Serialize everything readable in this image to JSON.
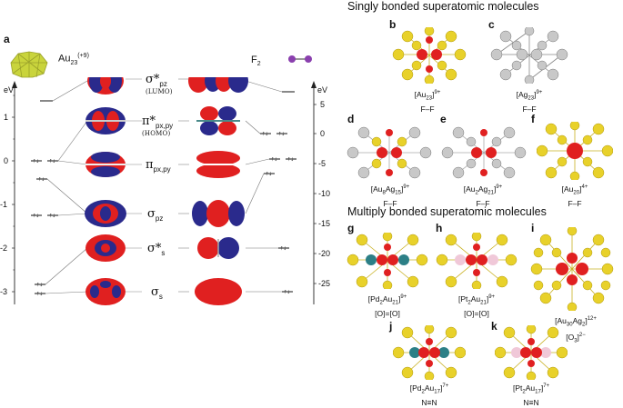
{
  "panel_a": {
    "letter": "a",
    "cluster_label": "Au",
    "cluster_sub": "23",
    "cluster_sup": "(+9)",
    "f2_label": "F",
    "f2_sub": "2",
    "left_axis_unit": "eV",
    "right_axis_unit": "eV",
    "left_ticks": [
      "1",
      "0",
      "-1",
      "-2",
      "-3"
    ],
    "right_ticks": [
      "5",
      "0",
      "-5",
      "-10",
      "-15",
      "-20",
      "-25"
    ],
    "orbitals": [
      {
        "main": "σ*",
        "sub": "pz",
        "note": "(LUMO)"
      },
      {
        "main": "π*",
        "sub": "px,py",
        "note": "(HOMO)"
      },
      {
        "main": "π",
        "sub": "px,py",
        "note": ""
      },
      {
        "main": "σ",
        "sub": "pz",
        "note": ""
      },
      {
        "main": "σ*",
        "sub": "s",
        "note": ""
      },
      {
        "main": "σ",
        "sub": "s",
        "note": ""
      }
    ]
  },
  "singly_title": "Singly bonded superatomic molecules",
  "multiply_title": "Multiply bonded superatomic molecules",
  "panels": {
    "b": {
      "letter": "b",
      "formula": "[Au",
      "sub": "23",
      "tail": "]",
      "sup": "9+",
      "bond": "F–F"
    },
    "c": {
      "letter": "c",
      "formula": "[Ag",
      "sub": "23",
      "tail": "]",
      "sup": "9+",
      "bond": "F–F"
    },
    "d": {
      "letter": "d",
      "formula": "[Au",
      "sub": "8",
      "mid": "Ag",
      "sub2": "15",
      "tail": "]",
      "sup": "9+",
      "bond": "F–F"
    },
    "e": {
      "letter": "e",
      "formula": "[Au",
      "sub": "2",
      "mid": "Ag",
      "sub2": "21",
      "tail": "]",
      "sup": "9+",
      "bond": "F–F"
    },
    "f": {
      "letter": "f",
      "formula": "[Au",
      "sub": "20",
      "tail": "]",
      "sup": "4+",
      "bond": "F–F"
    },
    "g": {
      "letter": "g",
      "formula": "[Pd",
      "sub": "2",
      "mid": "Au",
      "sub2": "21",
      "tail": "]",
      "sup": "9+",
      "bond": "[O]=[O]"
    },
    "h": {
      "letter": "h",
      "formula": "[Pt",
      "sub": "2",
      "mid": "Au",
      "sub2": "21",
      "tail": "]",
      "sup": "9+",
      "bond": "[O]=[O]"
    },
    "i": {
      "letter": "i",
      "formula": "[Au",
      "sub": "30",
      "mid": "Ag",
      "sub2": "2",
      "tail": "]",
      "sup": "12+",
      "bond": "[O",
      "bond_sub": "3",
      "bond_tail": "]",
      "bond_sup": "2−"
    },
    "j": {
      "letter": "j",
      "formula": "[Pd",
      "sub": "2",
      "mid": "Au",
      "sub2": "17",
      "tail": "]",
      "sup": "7+",
      "bond": "N≡N"
    },
    "k": {
      "letter": "k",
      "formula": "[Pt",
      "sub": "2",
      "mid": "Au",
      "sub2": "17",
      "tail": "]",
      "sup": "7+",
      "bond": "N≡N"
    }
  },
  "colors": {
    "gold": "#e8d12a",
    "silver": "#c8c8c8",
    "red": "#e02020",
    "blue": "#2a2a8c",
    "teal": "#2c7f86",
    "pink": "#f0c8d8"
  }
}
